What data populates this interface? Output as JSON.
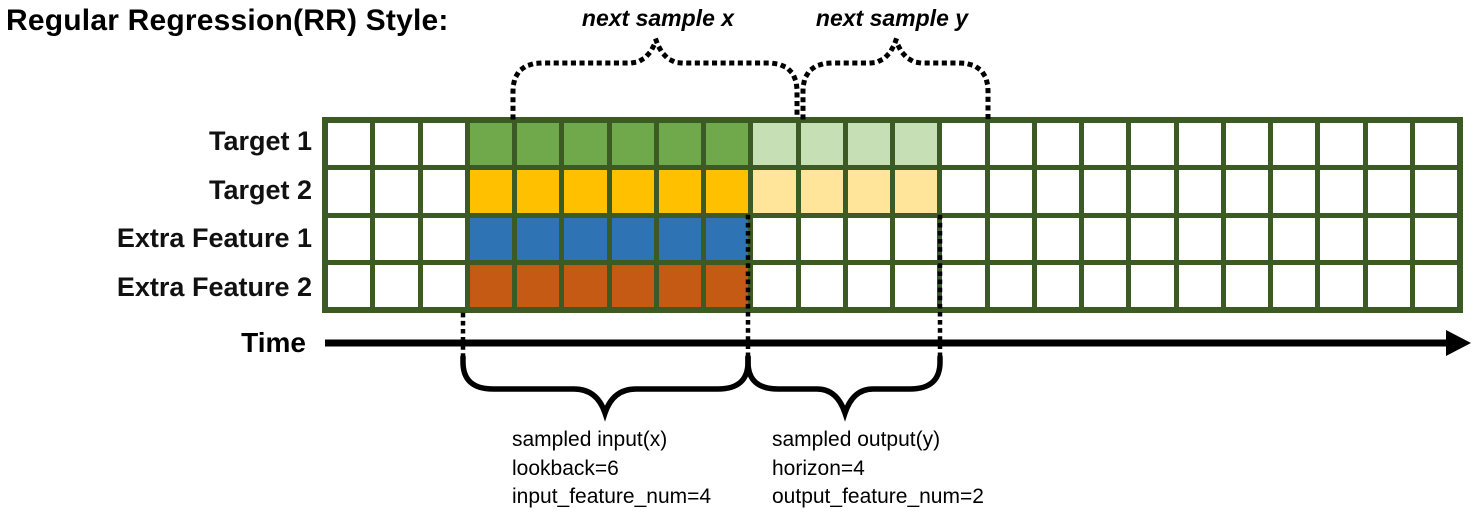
{
  "title": "Regular Regression(RR) Style:",
  "colors": {
    "grid_border": "#3C5A23",
    "blank_cell": "#FFFFFF",
    "target1_input": "#6FA94B",
    "target1_output": "#C6DFB5",
    "target2_input": "#FFC000",
    "target2_output": "#FFE599",
    "extra1_input": "#2E74B5",
    "extra2_input": "#C45A13",
    "annotation": "#000000"
  },
  "grid": {
    "total_columns": 24,
    "leading_blank_columns": 3,
    "input_columns": 6,
    "output_columns": 4,
    "rows": [
      {
        "label": "Target 1",
        "input_color": "target1_input",
        "output_color": "target1_output"
      },
      {
        "label": "Target 2",
        "input_color": "target2_input",
        "output_color": "target2_output"
      },
      {
        "label": "Extra Feature 1",
        "input_color": "extra1_input",
        "output_color": null
      },
      {
        "label": "Extra Feature 2",
        "input_color": "extra2_input",
        "output_color": null
      }
    ]
  },
  "top_annotations": {
    "next_sample_x": "next sample x",
    "next_sample_y": "next sample y"
  },
  "time_axis": {
    "label": "Time"
  },
  "bottom_annotations": {
    "input_block": {
      "line1": "sampled input(x)",
      "line2": "lookback=6",
      "line3": "input_feature_num=4"
    },
    "output_block": {
      "line1": "sampled output(y)",
      "line2": "horizon=4",
      "line3": "output_feature_num=2"
    }
  }
}
